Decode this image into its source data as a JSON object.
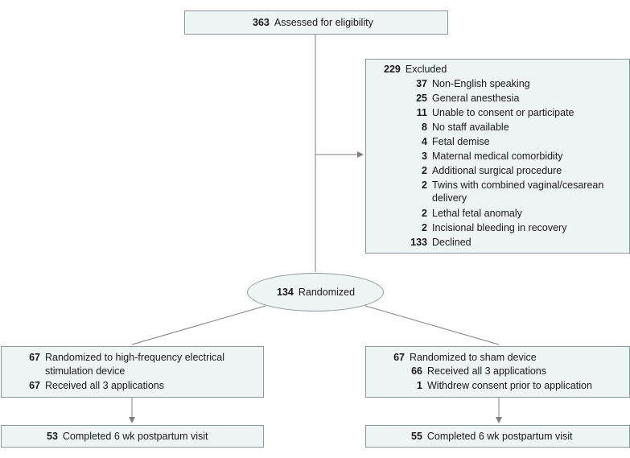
{
  "assessed": {
    "n": "363",
    "label": "Assessed for eligibility"
  },
  "excluded": {
    "n": "229",
    "label": "Excluded",
    "reasons": [
      {
        "n": "37",
        "label": "Non-English speaking"
      },
      {
        "n": "25",
        "label": "General anesthesia"
      },
      {
        "n": "11",
        "label": "Unable to consent or participate"
      },
      {
        "n": "8",
        "label": "No staff available"
      },
      {
        "n": "4",
        "label": "Fetal demise"
      },
      {
        "n": "3",
        "label": "Maternal medical comorbidity"
      },
      {
        "n": "2",
        "label": "Additional surgical procedure"
      },
      {
        "n": "2",
        "label": "Twins with combined vaginal/cesarean",
        "label2": "delivery"
      },
      {
        "n": "2",
        "label": "Lethal fetal anomaly"
      },
      {
        "n": "2",
        "label": "Incisional bleeding in recovery"
      },
      {
        "n": "133",
        "label": "Declined"
      }
    ]
  },
  "randomized": {
    "n": "134",
    "label": "Randomized"
  },
  "left_arm": {
    "alloc_n": "67",
    "alloc_label": "Randomized to high-frequency electrical",
    "alloc_label2": "stimulation device",
    "received_n": "67",
    "received_label": "Received all 3 applications",
    "followup_n": "53",
    "followup_label": "Completed 6 wk postpartum visit"
  },
  "right_arm": {
    "alloc_n": "67",
    "alloc_label": "Randomized to sham device",
    "received_n": "66",
    "received_label": "Received all 3 applications",
    "withdrew_n": "1",
    "withdrew_label": "Withdrew consent prior to application",
    "followup_n": "55",
    "followup_label": "Completed 6 wk postpartum visit"
  },
  "colors": {
    "box_fill": "#eef3f3",
    "box_border": "#8a9a9a",
    "line": "#7f7f7f"
  }
}
